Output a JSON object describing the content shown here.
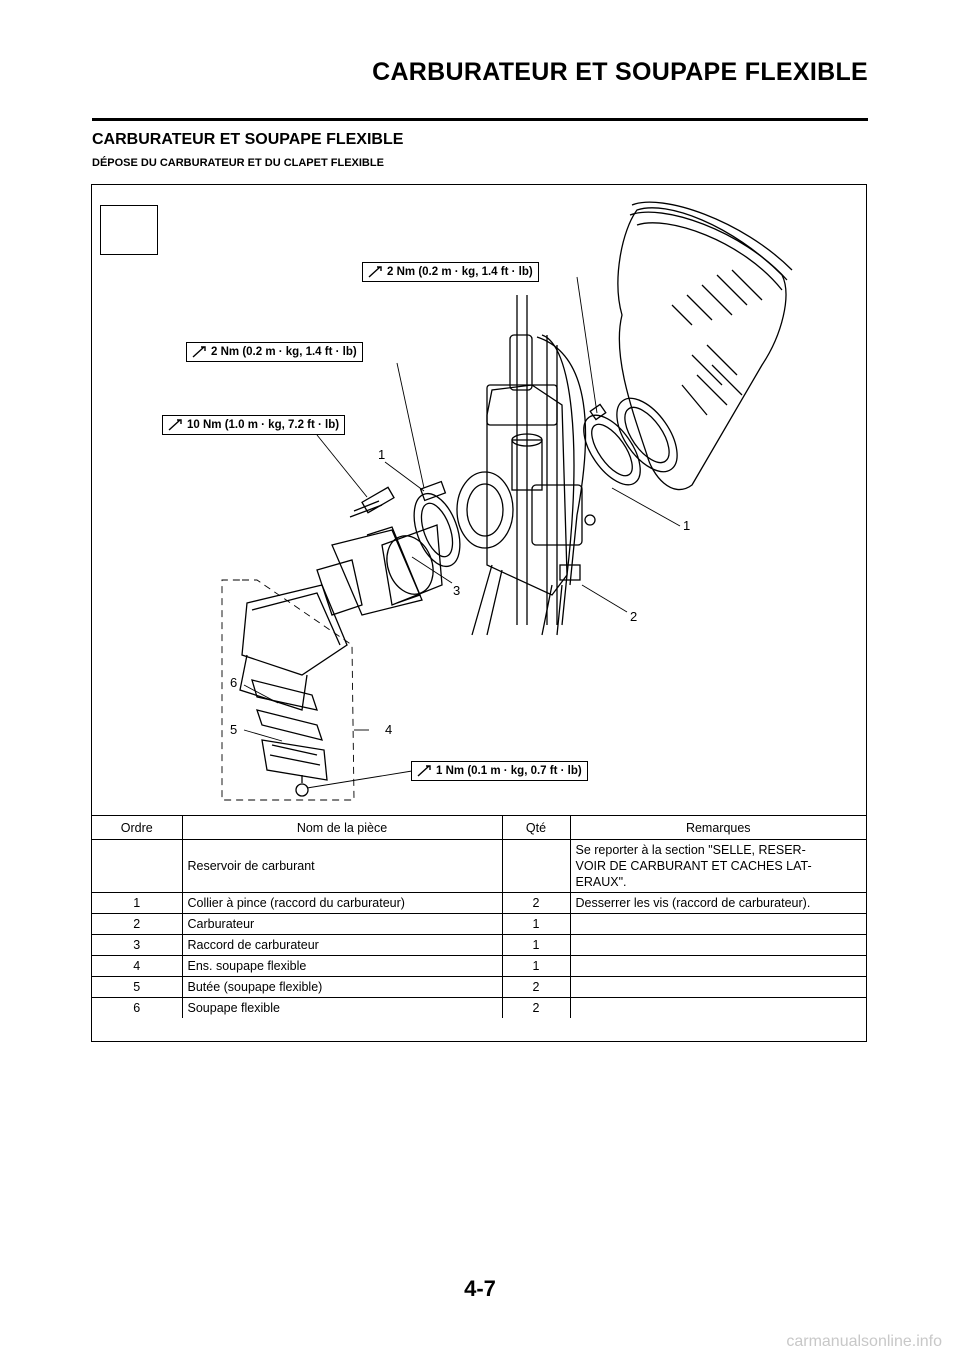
{
  "header": {
    "title": "CARBURATEUR ET SOUPAPE FLEXIBLE"
  },
  "section": {
    "title": "CARBURATEUR ET SOUPAPE FLEXIBLE",
    "subtitle": "DÉPOSE DU CARBURATEUR ET DU CLAPET FLEXIBLE"
  },
  "diagram": {
    "torques": [
      "2 Nm (0.2 m · kg, 1.4 ft · lb)",
      "2 Nm (0.2 m · kg, 1.4 ft · lb)",
      "10 Nm (1.0 m · kg, 7.2 ft · lb)",
      "1 Nm (0.1 m · kg, 0.7 ft · lb)"
    ],
    "callouts": [
      "1",
      "1",
      "3",
      "2",
      "6",
      "5",
      "4"
    ]
  },
  "table": {
    "headers": [
      "Ordre",
      "Nom de la pièce",
      "Qté",
      "Remarques"
    ],
    "rows": [
      {
        "order": "",
        "name": "Reservoir de carburant",
        "qty": "",
        "remark": "Se reporter à la section \"SELLE, RESER-\nVOIR DE CARBURANT ET CACHES LAT-\nERAUX\"."
      },
      {
        "order": "1",
        "name": "Collier à pince (raccord du carburateur)",
        "qty": "2",
        "remark": "Desserrer les vis (raccord de carburateur)."
      },
      {
        "order": "2",
        "name": "Carburateur",
        "qty": "1",
        "remark": ""
      },
      {
        "order": "3",
        "name": "Raccord de carburateur",
        "qty": "1",
        "remark": ""
      },
      {
        "order": "4",
        "name": "Ens. soupape flexible",
        "qty": "1",
        "remark": ""
      },
      {
        "order": "5",
        "name": "Butée (soupape flexible)",
        "qty": "2",
        "remark": ""
      },
      {
        "order": "6",
        "name": "Soupape flexible",
        "qty": "2",
        "remark": ""
      }
    ]
  },
  "footer": {
    "page_number": "4-7",
    "watermark": "carmanualsonline.info"
  }
}
